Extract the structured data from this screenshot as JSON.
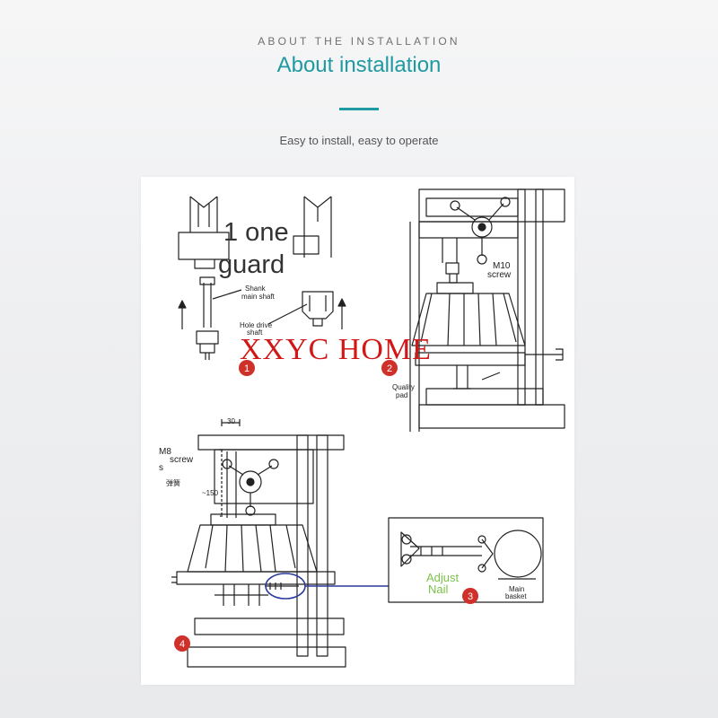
{
  "header": {
    "eyebrow": "ABOUT THE INSTALLATION",
    "title": "About installation",
    "subtitle": "Easy to install, easy to operate",
    "accent_color": "#1f9aa0"
  },
  "diagram": {
    "overlay_line1": "1 one",
    "overlay_line2": "guard",
    "watermark": "XXYC HOME",
    "step1": {
      "shank": "Shank",
      "main_shaft": "main shaft",
      "hole_drive": "Hole drive",
      "shaft": "shaft"
    },
    "step2": {
      "m10": "M10",
      "screw": "screw",
      "quality": "Quality",
      "pad": "pad"
    },
    "step4": {
      "dim_30": "30",
      "dim_150": "~150",
      "m8": "M8",
      "screw": "screw",
      "s": "s",
      "spring_cn": "弹簧"
    },
    "step3": {
      "adjust": "Adjust",
      "nail": "Nail",
      "main": "Main",
      "basket": "basket"
    },
    "badges": [
      "1",
      "2",
      "3",
      "4"
    ],
    "badge_color": "#d0302a",
    "link_color": "#2a3a9c"
  }
}
